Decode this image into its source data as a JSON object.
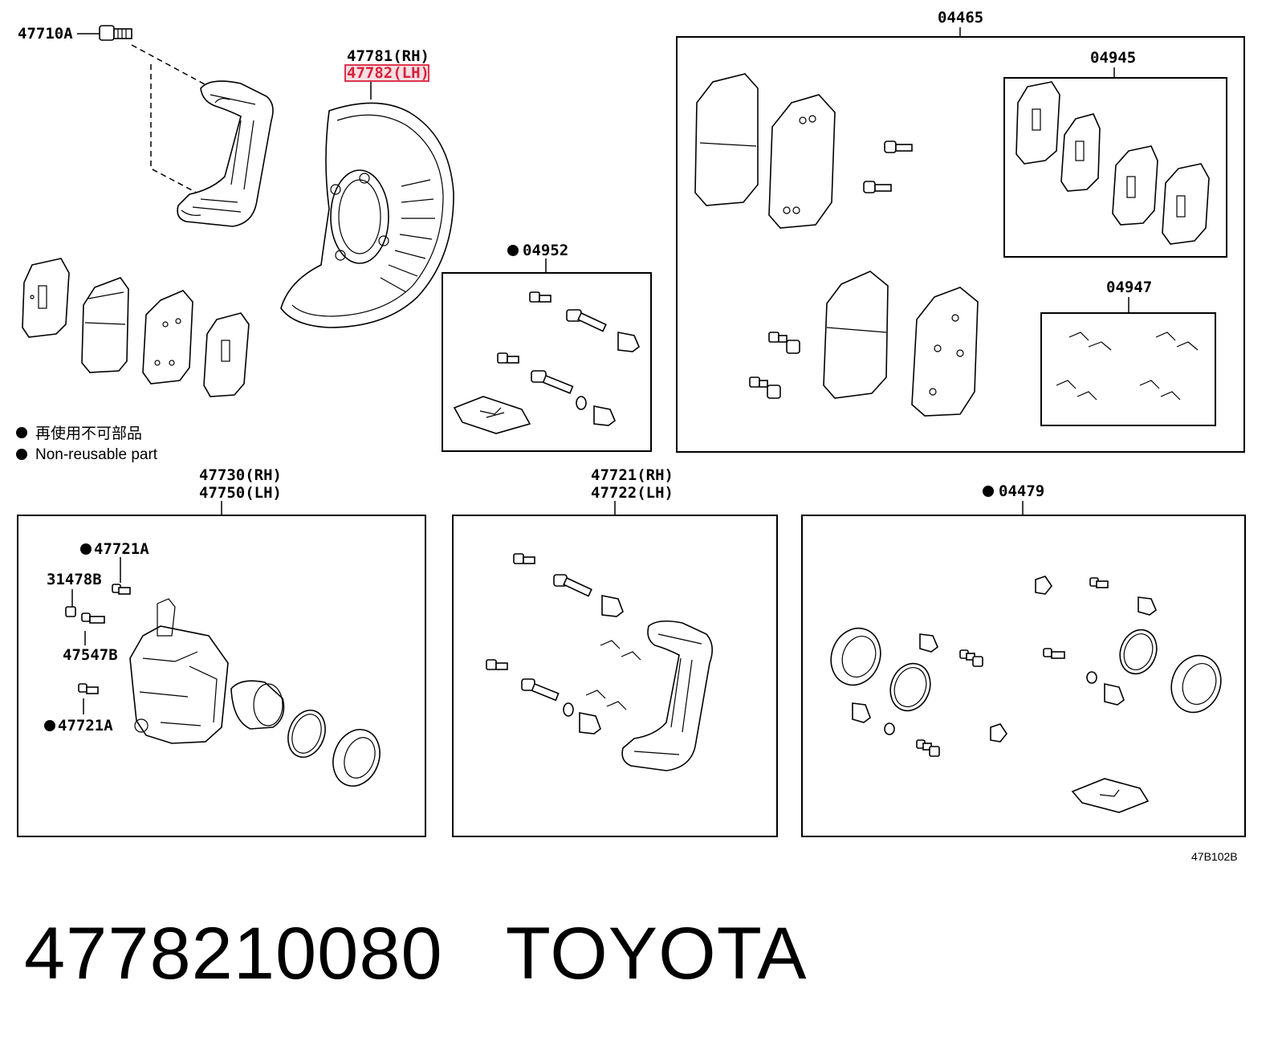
{
  "footer": {
    "part_number": "4778210080",
    "brand": "TOYOTA"
  },
  "diagram_code": "47B102B",
  "legend": {
    "jp": "再使用不可部品",
    "en": "Non-reusable part"
  },
  "callouts": {
    "c47710A": "47710A",
    "c47781": "47781(RH)",
    "c47782": "47782(LH)",
    "c04465": "04465",
    "c04945": "04945",
    "c04947": "04947",
    "c04952": "04952",
    "c47730": "47730(RH)",
    "c47750": "47750(LH)",
    "c47721": "47721(RH)",
    "c47722": "47722(LH)",
    "c04479": "04479",
    "c47721A_top": "47721A",
    "c31478B": "31478B",
    "c47547B": "47547B",
    "c47721A_bot": "47721A"
  },
  "highlight": {
    "color": "#d9203a",
    "fill": "#f7dfe3",
    "target": "47782(LH)"
  }
}
